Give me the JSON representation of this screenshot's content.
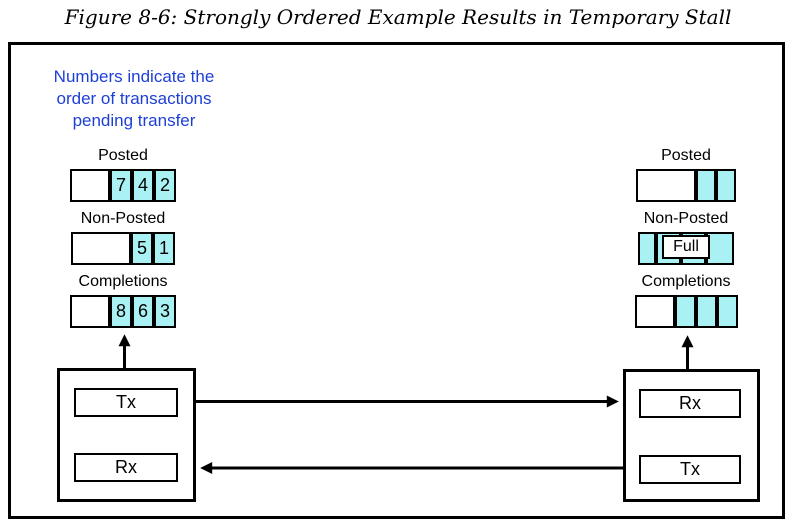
{
  "title": "Figure 8-6: Strongly Ordered Example Results in Temporary Stall",
  "note": {
    "line1": "Numbers indicate the",
    "line2": "order of transactions",
    "line3": "pending transfer"
  },
  "colors": {
    "note_blue": "#1d3fd6",
    "cell_cyan": "#aaf1f4",
    "line_black": "#000000"
  },
  "queues": {
    "left": [
      {
        "label": "Posted",
        "cells": [
          {
            "t": "",
            "f": "white",
            "w": 36
          },
          {
            "t": "7",
            "f": "cyan",
            "w": 18
          },
          {
            "t": "4",
            "f": "cyan",
            "w": 18
          },
          {
            "t": "2",
            "f": "cyan",
            "w": 18
          }
        ]
      },
      {
        "label": "Non-Posted",
        "cells": [
          {
            "t": "",
            "f": "white",
            "w": 56
          },
          {
            "t": "5",
            "f": "cyan",
            "w": 18
          },
          {
            "t": "1",
            "f": "cyan",
            "w": 18
          }
        ]
      },
      {
        "label": "Completions",
        "cells": [
          {
            "t": "",
            "f": "white",
            "w": 36
          },
          {
            "t": "8",
            "f": "cyan",
            "w": 18
          },
          {
            "t": "6",
            "f": "cyan",
            "w": 18
          },
          {
            "t": "3",
            "f": "cyan",
            "w": 18
          }
        ]
      }
    ],
    "right": [
      {
        "label": "Posted",
        "cells": [
          {
            "t": "",
            "f": "white",
            "w": 56
          },
          {
            "t": "",
            "f": "cyan",
            "w": 16
          },
          {
            "t": "",
            "f": "cyan",
            "w": 16
          }
        ]
      },
      {
        "label": "Non-Posted",
        "overlay": "Full",
        "cells": [
          {
            "t": "",
            "f": "cyan",
            "w": 14
          },
          {
            "t": "",
            "f": "cyan",
            "w": 21
          },
          {
            "t": "",
            "f": "cyan",
            "w": 21
          },
          {
            "t": "",
            "f": "cyan",
            "w": 24
          }
        ]
      },
      {
        "label": "Completions",
        "cells": [
          {
            "t": "",
            "f": "white",
            "w": 36
          },
          {
            "t": "",
            "f": "cyan",
            "w": 17
          },
          {
            "t": "",
            "f": "cyan",
            "w": 17
          },
          {
            "t": "",
            "f": "cyan",
            "w": 17
          }
        ]
      }
    ]
  },
  "devices": {
    "left": {
      "ports": {
        "top": "Tx",
        "bottom": "Rx"
      }
    },
    "right": {
      "ports": {
        "top": "Rx",
        "bottom": "Tx"
      }
    }
  }
}
